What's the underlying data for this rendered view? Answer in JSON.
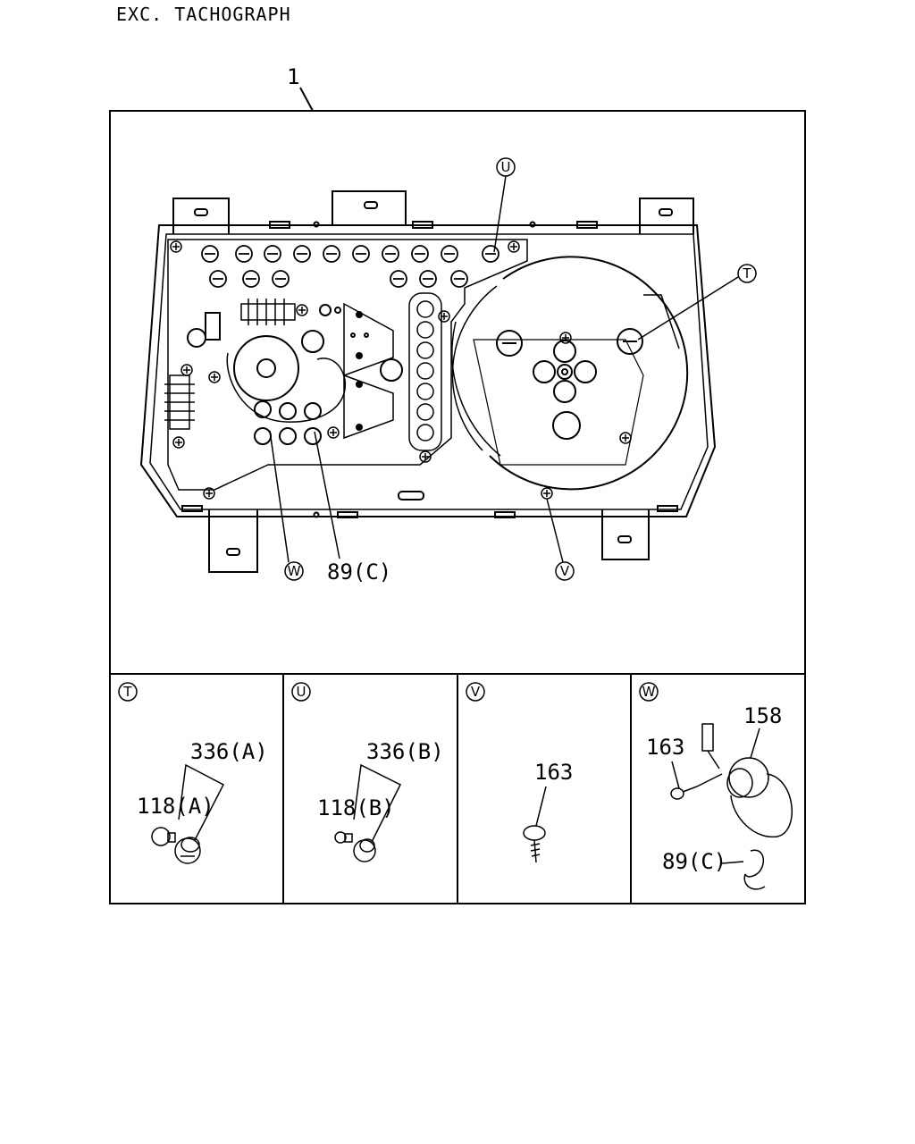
{
  "header": {
    "title": "EXC. TACHOGRAPH"
  },
  "main": {
    "item_number": "1",
    "callouts": {
      "u": "U",
      "t": "T",
      "w": "W",
      "v": "V",
      "part_89c": "89(C)"
    }
  },
  "detail_panels": [
    {
      "letter": "T",
      "labels": [
        "336(A)",
        "118(A)"
      ]
    },
    {
      "letter": "U",
      "labels": [
        "336(B)",
        "118(B)"
      ]
    },
    {
      "letter": "V",
      "labels": [
        "163"
      ]
    },
    {
      "letter": "W",
      "labels": [
        "158",
        "163",
        "89(C)"
      ]
    }
  ]
}
